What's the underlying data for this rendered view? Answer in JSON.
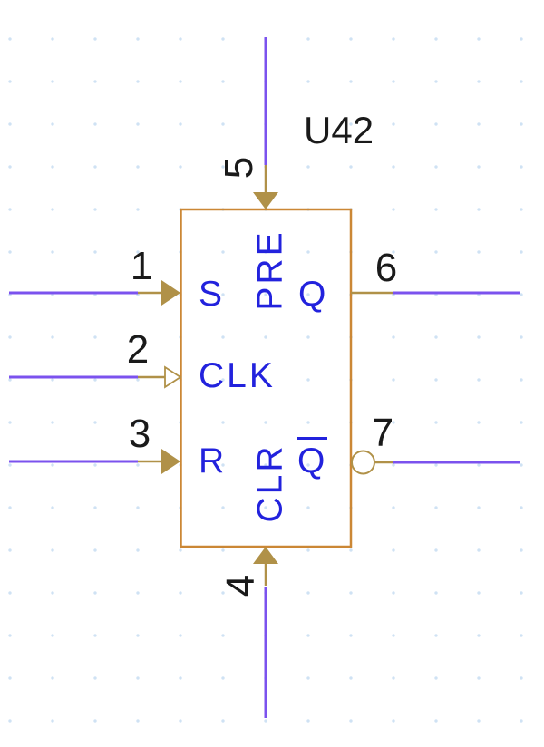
{
  "component": {
    "reference": "U42",
    "type": "flip-flop-symbol",
    "pins": [
      {
        "number": "1",
        "name": "S",
        "side": "left",
        "shape": "filled-arrow"
      },
      {
        "number": "2",
        "name": "CLK",
        "side": "left",
        "shape": "open-clock-arrow"
      },
      {
        "number": "3",
        "name": "R",
        "side": "left",
        "shape": "filled-arrow"
      },
      {
        "number": "4",
        "name": "CLR",
        "side": "bottom",
        "shape": "filled-arrow",
        "label_rotated": true,
        "number_rotated": true
      },
      {
        "number": "5",
        "name": "PRE",
        "side": "top",
        "shape": "filled-arrow",
        "label_rotated": true,
        "number_rotated": true
      },
      {
        "number": "6",
        "name": "Q",
        "side": "right",
        "shape": "plain"
      },
      {
        "number": "7",
        "name": "Q",
        "side": "right",
        "shape": "inversion-bubble",
        "overline": true
      }
    ]
  },
  "colors": {
    "background": "#ffffff",
    "grid_dot": "#cfe2f4",
    "body_outline": "#cb8735",
    "pin_accent": "#b09148",
    "wire": "#7b52ee",
    "label_text": "#2222dd",
    "annotation_text": "#1a1a1a"
  }
}
